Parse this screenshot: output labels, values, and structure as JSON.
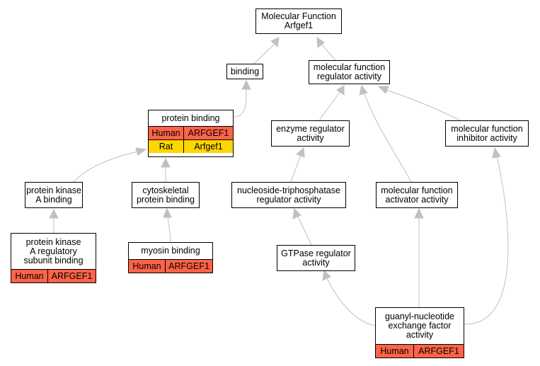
{
  "colors": {
    "edge": "#c0c0c0",
    "human": "#ff6347",
    "rat": "#ffd700"
  },
  "nodes": {
    "root": {
      "label": "Molecular Function\nArfgef1"
    },
    "binding": {
      "label": "binding"
    },
    "mf_regulator": {
      "label": "molecular function\nregulator activity"
    },
    "protein_binding": {
      "label": "protein binding",
      "annotations": [
        {
          "species": "Human",
          "gene": "ARFGEF1",
          "color_key": "human"
        },
        {
          "species": "Rat",
          "gene": "Arfgef1",
          "color_key": "rat"
        }
      ]
    },
    "enzyme_regulator": {
      "label": "enzyme regulator\nactivity"
    },
    "mf_inhibitor": {
      "label": "molecular function\ninhibitor activity"
    },
    "pka_binding": {
      "label": "protein kinase\nA binding"
    },
    "cytoskeletal": {
      "label": "cytoskeletal\nprotein binding"
    },
    "ntpase_regulator": {
      "label": "nucleoside-triphosphatase\nregulator activity"
    },
    "mf_activator": {
      "label": "molecular function\nactivator activity"
    },
    "pka_reg_subunit": {
      "label": "protein kinase\nA regulatory\nsubunit binding",
      "annotations": [
        {
          "species": "Human",
          "gene": "ARFGEF1",
          "color_key": "human"
        }
      ]
    },
    "myosin": {
      "label": "myosin binding",
      "annotations": [
        {
          "species": "Human",
          "gene": "ARFGEF1",
          "color_key": "human"
        }
      ]
    },
    "gtpase_regulator": {
      "label": "GTPase regulator\nactivity"
    },
    "gef": {
      "label": "guanyl-nucleotide\nexchange factor\nactivity",
      "annotations": [
        {
          "species": "Human",
          "gene": "ARFGEF1",
          "color_key": "human"
        }
      ]
    }
  },
  "edges": [
    {
      "from": "binding",
      "to": "root"
    },
    {
      "from": "mf_regulator",
      "to": "root"
    },
    {
      "from": "protein_binding",
      "to": "binding"
    },
    {
      "from": "enzyme_regulator",
      "to": "mf_regulator"
    },
    {
      "from": "mf_activator",
      "to": "mf_regulator"
    },
    {
      "from": "mf_inhibitor",
      "to": "mf_regulator"
    },
    {
      "from": "pka_binding",
      "to": "protein_binding"
    },
    {
      "from": "cytoskeletal",
      "to": "protein_binding"
    },
    {
      "from": "pka_reg_subunit",
      "to": "pka_binding"
    },
    {
      "from": "myosin",
      "to": "cytoskeletal"
    },
    {
      "from": "ntpase_regulator",
      "to": "enzyme_regulator"
    },
    {
      "from": "gtpase_regulator",
      "to": "ntpase_regulator"
    },
    {
      "from": "gef",
      "to": "gtpase_regulator"
    },
    {
      "from": "gef",
      "to": "mf_activator"
    },
    {
      "from": "gef",
      "to": "mf_inhibitor"
    }
  ]
}
